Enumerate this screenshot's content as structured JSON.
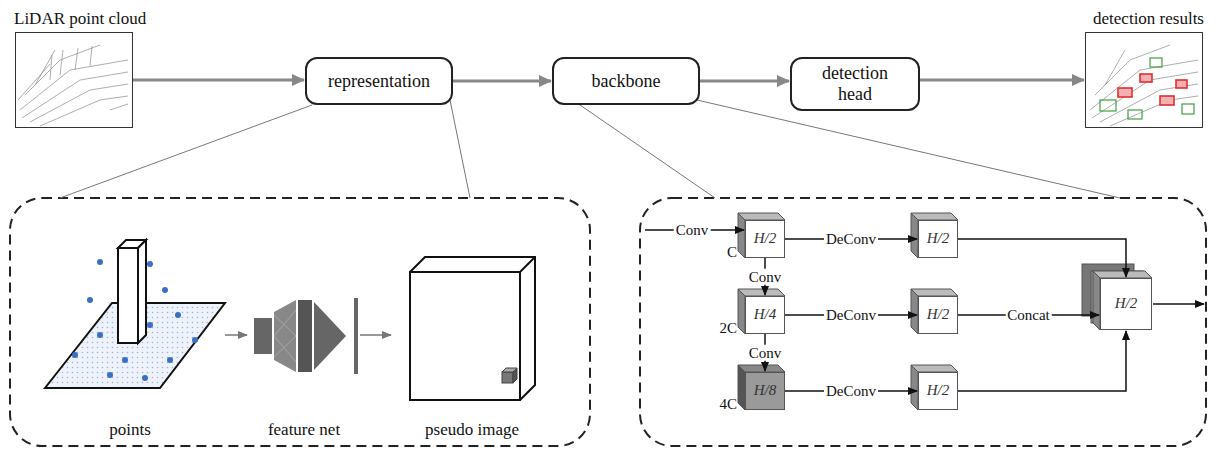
{
  "diagram": {
    "nodes": [
      {
        "text": [
          "LiDAR point cloud"
        ]
      },
      {
        "text": [
          "representation"
        ]
      },
      {
        "text": [
          "backbone"
        ]
      },
      {
        "text": [
          "detection head"
        ]
      },
      {
        "text": [
          "detection results"
        ]
      },
      {
        "text": [
          "points"
        ]
      },
      {
        "text": [
          "feature net"
        ]
      },
      {
        "text": [
          "pseudo image"
        ]
      },
      {
        "text": [
          "H/2",
          "C"
        ]
      },
      {
        "text": [
          "H/4",
          "2C"
        ]
      },
      {
        "text": [
          "H/8",
          "4C"
        ]
      },
      {
        "text": [
          "H/2"
        ]
      },
      {
        "text": [
          "H/2"
        ]
      },
      {
        "text": [
          "H/2"
        ]
      },
      {
        "text": [
          "H/2"
        ]
      }
    ],
    "edges": [
      {
        "from": 0,
        "to": 1,
        "arrow": "to"
      },
      {
        "from": 1,
        "to": 2,
        "arrow": "to"
      },
      {
        "from": 2,
        "to": 3,
        "arrow": "to"
      },
      {
        "from": 3,
        "to": 4,
        "arrow": "to"
      },
      {
        "from": 5,
        "to": 6,
        "arrow": "to"
      },
      {
        "from": 6,
        "to": 7,
        "arrow": "to"
      },
      {
        "from": 8,
        "to": 11,
        "label": "DeConv",
        "arrow": "to"
      },
      {
        "from": 8,
        "to": 9,
        "label": "Conv",
        "arrow": "to"
      },
      {
        "from": 9,
        "to": 12,
        "label": "DeConv",
        "arrow": "to"
      },
      {
        "from": 9,
        "to": 10,
        "label": "Conv",
        "arrow": "to"
      },
      {
        "from": 10,
        "to": 13,
        "label": "DeConv",
        "arrow": "to"
      },
      {
        "from": 11,
        "to": 14,
        "arrow": "to"
      },
      {
        "from": 12,
        "to": 14,
        "label": "Concat",
        "arrow": "to"
      },
      {
        "from": 13,
        "to": 14,
        "arrow": "to"
      }
    ],
    "labels": [
      "Conv"
    ]
  }
}
